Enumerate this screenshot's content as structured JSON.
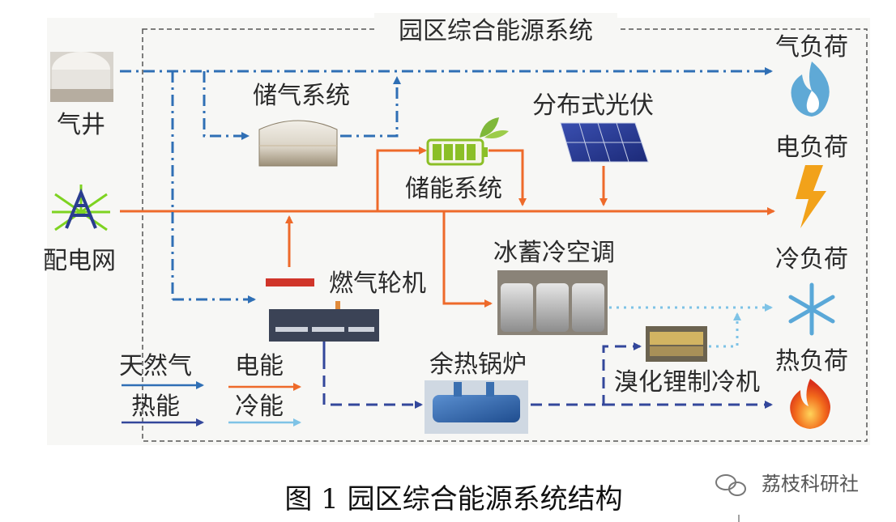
{
  "diagram": {
    "title": "园区综合能源系统",
    "caption": "图 1  园区综合能源系统结构",
    "watermark": "荔枝科研社",
    "sources": {
      "gas_well": "气井",
      "grid": "配电网"
    },
    "components": {
      "gas_storage": "储气系统",
      "energy_storage": "储能系统",
      "pv": "分布式光伏",
      "gas_turbine": "燃气轮机",
      "ice_storage_ac": "冰蓄冷空调",
      "waste_heat_boiler": "余热锅炉",
      "libr_chiller": "溴化锂制冷机"
    },
    "loads": {
      "gas": "气负荷",
      "electric": "电负荷",
      "cooling": "冷负荷",
      "heat": "热负荷"
    },
    "legend": {
      "natural_gas": "天然气",
      "heat_energy": "热能",
      "electric_energy": "电能",
      "cooling_energy": "冷能"
    },
    "colors": {
      "gas": "#2f6fb5",
      "electric": "#ee6a2a",
      "heat": "#33479b",
      "cooling": "#7ec3e6"
    }
  }
}
